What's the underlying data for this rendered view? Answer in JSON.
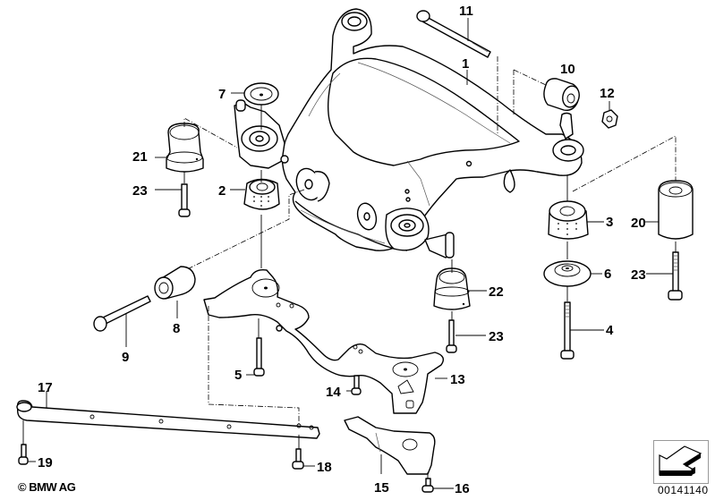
{
  "diagram": {
    "title": "Rear axle carrier / subframe mounting parts",
    "copyright": "© BMW AG",
    "diagram_number": "00141140",
    "orientation_icon": "vehicle-direction-arrow-icon",
    "callouts": [
      {
        "id": "1",
        "label": "1",
        "part": "axle-carrier"
      },
      {
        "id": "2",
        "label": "2",
        "part": "rubber-mount"
      },
      {
        "id": "3",
        "label": "3",
        "part": "rubber-mount"
      },
      {
        "id": "4",
        "label": "4",
        "part": "bolt"
      },
      {
        "id": "5",
        "label": "5",
        "part": "bolt"
      },
      {
        "id": "6",
        "label": "6",
        "part": "washer-stop"
      },
      {
        "id": "7",
        "label": "7",
        "part": "washer-stop"
      },
      {
        "id": "8",
        "label": "8",
        "part": "bushing"
      },
      {
        "id": "9",
        "label": "9",
        "part": "bolt"
      },
      {
        "id": "10",
        "label": "10",
        "part": "bushing"
      },
      {
        "id": "11",
        "label": "11",
        "part": "bolt"
      },
      {
        "id": "12",
        "label": "12",
        "part": "nut"
      },
      {
        "id": "13",
        "label": "13",
        "part": "reinforcement-plate"
      },
      {
        "id": "14",
        "label": "14",
        "part": "bolt"
      },
      {
        "id": "15",
        "label": "15",
        "part": "bracket"
      },
      {
        "id": "16",
        "label": "16",
        "part": "bolt"
      },
      {
        "id": "17",
        "label": "17",
        "part": "tension-strut"
      },
      {
        "id": "18",
        "label": "18",
        "part": "bolt"
      },
      {
        "id": "19",
        "label": "19",
        "part": "bolt"
      },
      {
        "id": "20",
        "label": "20",
        "part": "rubber-buffer"
      },
      {
        "id": "21",
        "label": "21",
        "part": "rubber-buffer"
      },
      {
        "id": "22",
        "label": "22",
        "part": "rubber-buffer"
      },
      {
        "id": "23a",
        "label": "23",
        "part": "bolt"
      },
      {
        "id": "23b",
        "label": "23",
        "part": "bolt"
      },
      {
        "id": "23c",
        "label": "23",
        "part": "bolt"
      }
    ]
  }
}
